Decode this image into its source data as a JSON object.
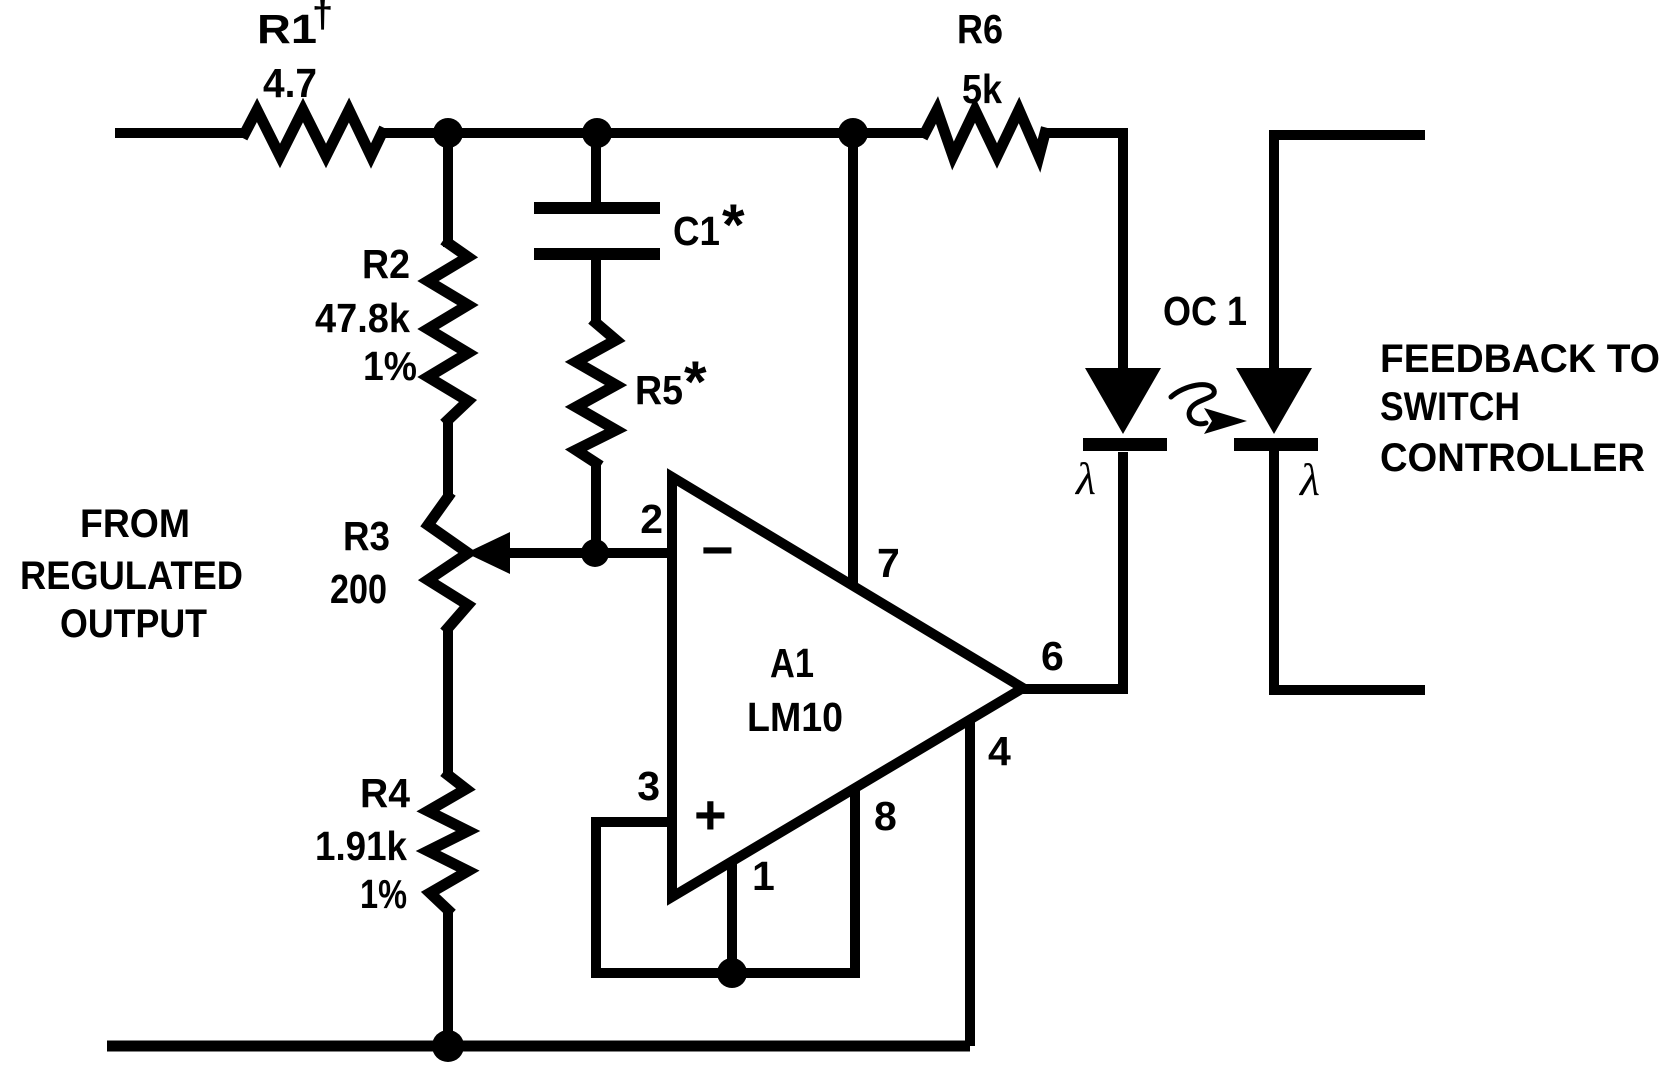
{
  "colors": {
    "ink": "#000000",
    "paper": "#ffffff"
  },
  "components": {
    "r1": {
      "designator": "R1",
      "marker": "†",
      "value": "4.7"
    },
    "r2": {
      "designator": "R2",
      "value": "47.8k",
      "tolerance": "1%"
    },
    "r3": {
      "designator": "R3",
      "value": "200"
    },
    "r4": {
      "designator": "R4",
      "value": "1.91k",
      "tolerance": "1%"
    },
    "r5": {
      "designator": "R5",
      "marker": "*"
    },
    "r6": {
      "designator": "R6",
      "value": "5k"
    },
    "c1": {
      "designator": "C1",
      "marker": "*"
    },
    "opamp": {
      "designator": "A1",
      "part": "LM10",
      "inverting_sign": "−",
      "noninverting_sign": "+",
      "pins": {
        "inverting": "2",
        "noninverting": "3",
        "balance": "1",
        "supply_plus": "7",
        "feedback": "8",
        "supply_minus": "4",
        "output": "6"
      }
    },
    "optocoupler": {
      "designator": "OC 1",
      "led_symbol": "λ",
      "detector_symbol": "λ"
    }
  },
  "labels": {
    "input": {
      "line1": "FROM",
      "line2": "REGULATED",
      "line3": "OUTPUT"
    },
    "output": {
      "line1": "FEEDBACK TO",
      "line2": "SWITCH",
      "line3": "CONTROLLER"
    }
  }
}
